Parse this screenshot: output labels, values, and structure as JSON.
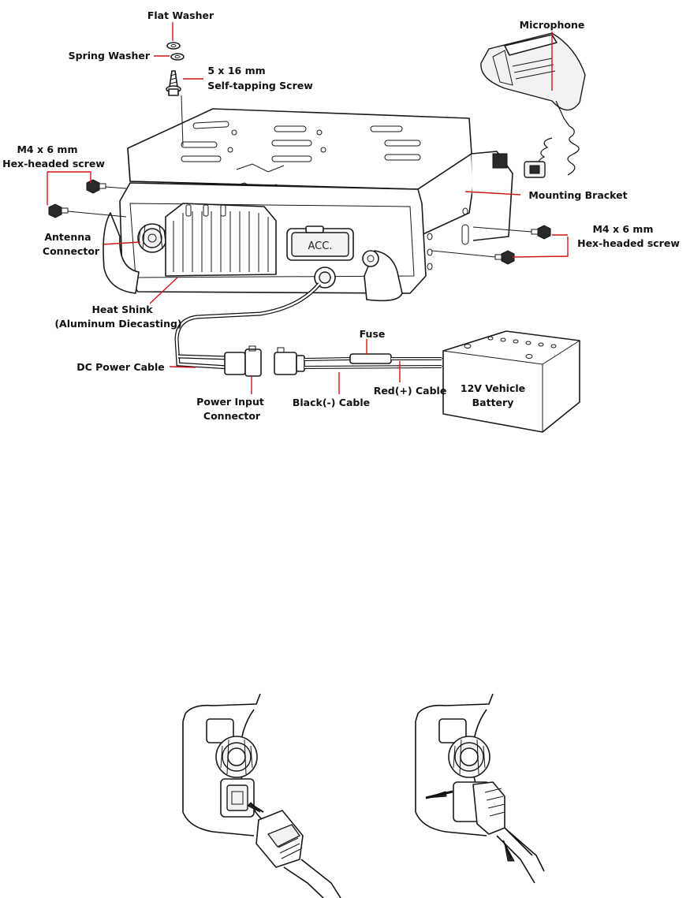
{
  "labels": {
    "flat_washer": "Flat Washer",
    "spring_washer": "Spring Washer",
    "screw_size": "5 x 16 mm",
    "self_tapping_screw": "Self-tapping Screw",
    "microphone": "Microphone",
    "m4_left_size": "M4 x 6 mm",
    "m4_left_type": "Hex-headed screw",
    "mounting_bracket": "Mounting Bracket",
    "m4_right_size": "M4 x 6 mm",
    "m4_right_type": "Hex-headed screw",
    "antenna_line1": "Antenna",
    "antenna_line2": "Connector",
    "heat_line1": "Heat Shink",
    "heat_line2": "(Aluminum Diecasting)",
    "acc": "ACC.",
    "fuse": "Fuse",
    "dc_power_cable": "DC Power Cable",
    "red_cable": "Red(+) Cable",
    "black_cable": "Black(-) Cable",
    "power_input_line1": "Power Input",
    "power_input_line2": "Connector",
    "battery_line1": "12V Vehicle",
    "battery_line2": "Battery"
  },
  "colors": {
    "line": "#111111",
    "leader_red": "#d21414",
    "background": "#ffffff"
  }
}
